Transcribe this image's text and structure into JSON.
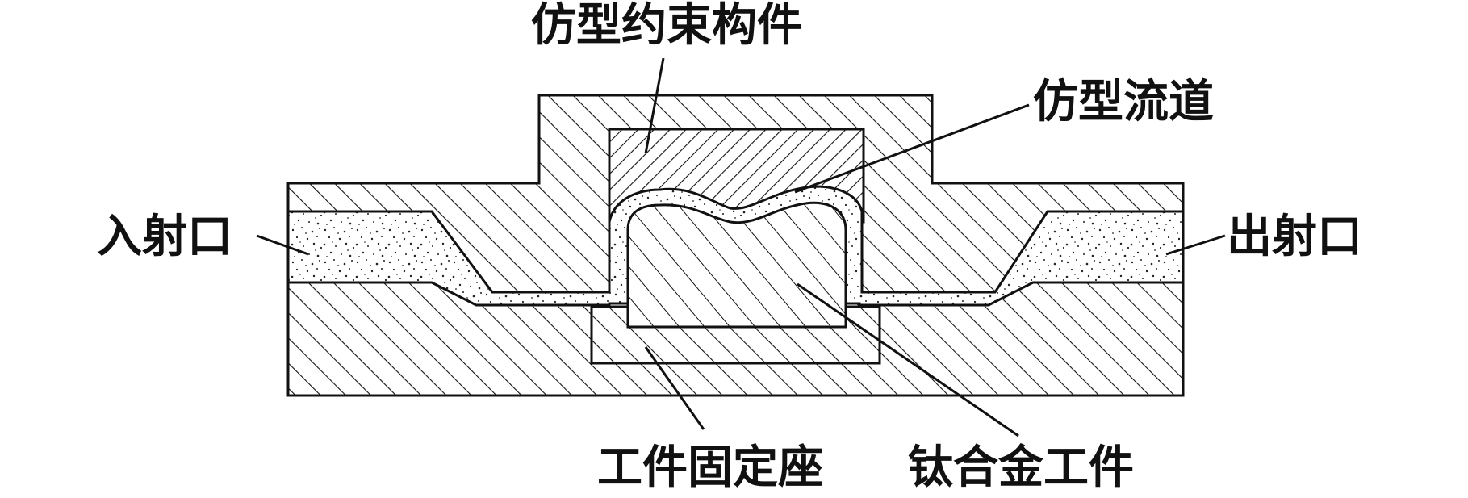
{
  "labels": {
    "constraint_member": "仿型约束构件",
    "profile_channel": "仿型流道",
    "inlet": "入射口",
    "outlet": "出射口",
    "fixture_seat": "工件固定座",
    "titanium_workpiece": "钛合金工件"
  },
  "colors": {
    "line": "#111111",
    "background": "#ffffff",
    "abrasive_dots": "#222222"
  }
}
